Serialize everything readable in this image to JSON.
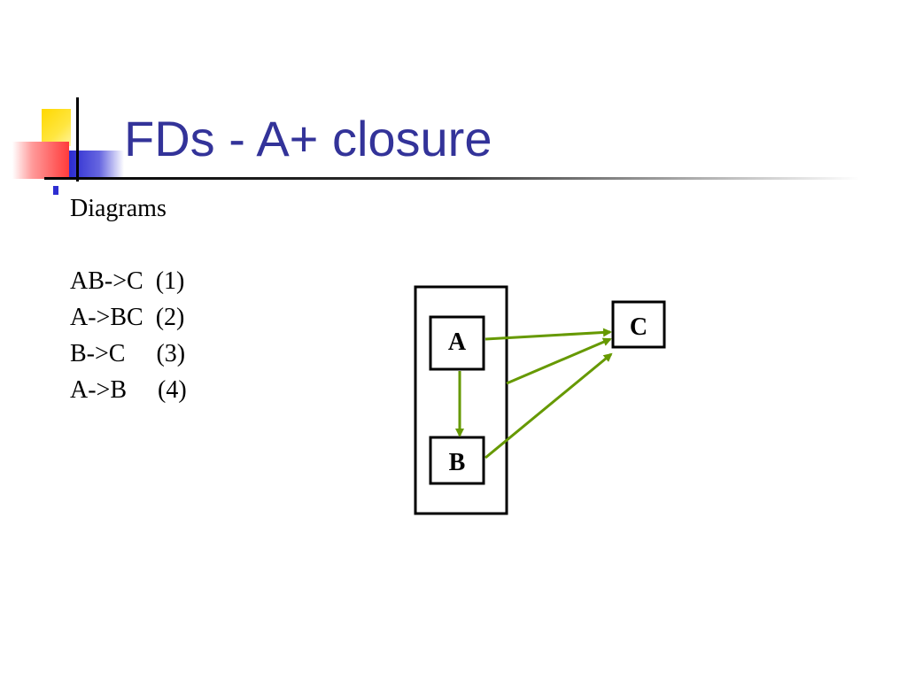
{
  "slide": {
    "title": "FDs - A+ closure",
    "heading": "Diagrams",
    "fds": [
      "AB->C  (1)",
      "A->BC  (2)",
      "B->C     (3)",
      "A->B     (4)"
    ]
  },
  "diagram": {
    "nodes": {
      "a": "A",
      "b": "B",
      "c": "C"
    },
    "arrow_color": "#669900"
  },
  "colors": {
    "title": "#333399",
    "accent_blue": "#2e2ed1",
    "accent_yellow": "#ffd800",
    "accent_red": "#ff3b3b"
  }
}
